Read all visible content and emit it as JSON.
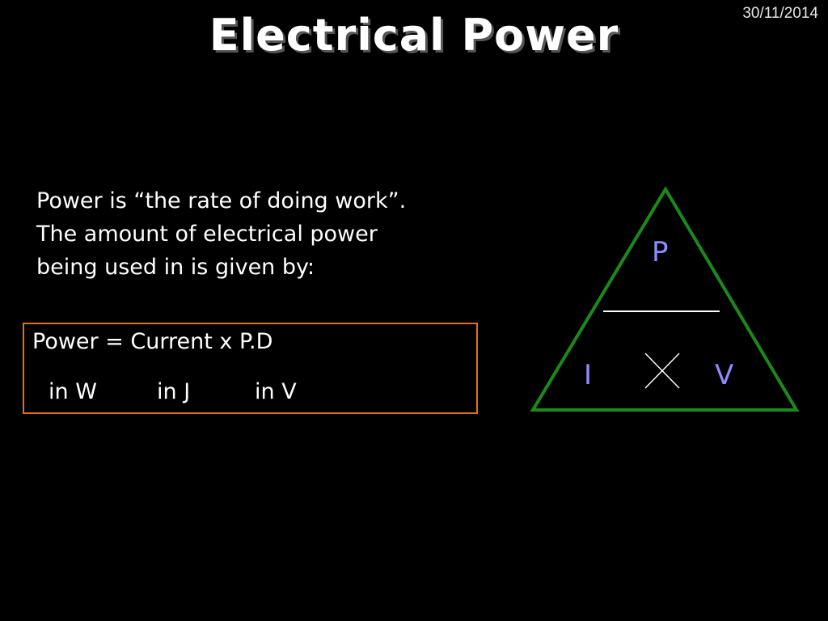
{
  "slide": {
    "date": "30/11/2014",
    "title": "Electrical Power",
    "intro_lines": [
      "Power is “the rate of doing work”.",
      "The amount of electrical power",
      "being used in is given by:"
    ],
    "formula": "Power = Current x P.D",
    "units": [
      "in W",
      "in J",
      "in V"
    ],
    "triangle": {
      "top": "P",
      "bottom_left": "I",
      "bottom_right": "V"
    }
  },
  "colors": {
    "background": "#000000",
    "text": "#ffffff",
    "box_border": "#e07020",
    "triangle_outline": "#1a8a1a",
    "triangle_letters": "#8c8cff"
  }
}
